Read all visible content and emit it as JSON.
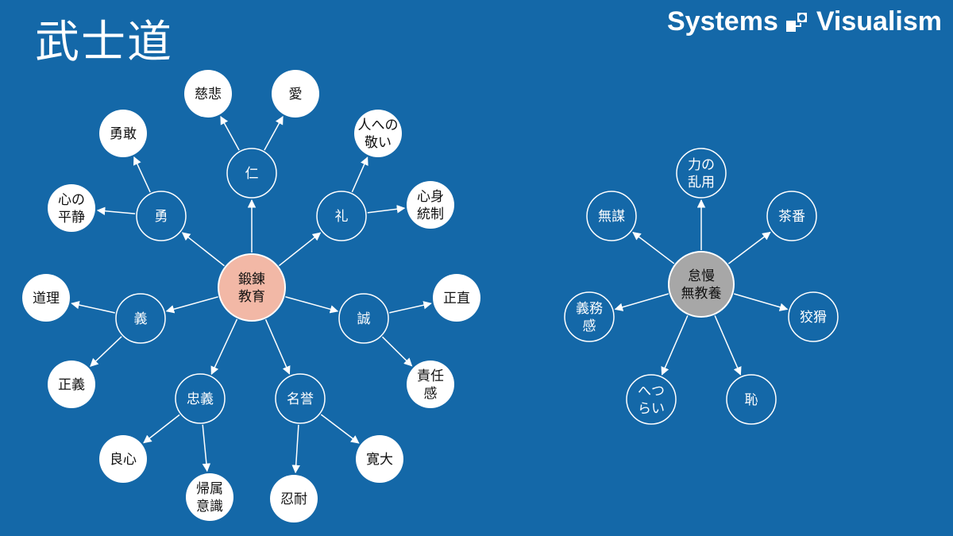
{
  "title": "武士道",
  "brand": {
    "left": "Systems",
    "right": "Visualism",
    "logo_icon": "systems-visualism-logo-icon"
  },
  "colors": {
    "background": "#1468a8",
    "white": "#ffffff",
    "center_left": "#f2b8a6",
    "center_right": "#a7a7a7",
    "outline": "#ffffff"
  },
  "diagrams": [
    {
      "id": "bushido",
      "center": {
        "label": [
          "鍛錬",
          "教育"
        ],
        "style": "center-pink"
      },
      "nodes": [
        {
          "id": "jin",
          "label": [
            "仁"
          ],
          "style": "outline"
        },
        {
          "id": "jihi",
          "label": [
            "慈悲"
          ],
          "style": "filled"
        },
        {
          "id": "ai",
          "label": [
            "愛"
          ],
          "style": "filled"
        },
        {
          "id": "yuu",
          "label": [
            "勇"
          ],
          "style": "outline"
        },
        {
          "id": "yuukan",
          "label": [
            "勇敢"
          ],
          "style": "filled"
        },
        {
          "id": "heisei",
          "label": [
            "心の",
            "平静"
          ],
          "style": "filled"
        },
        {
          "id": "rei",
          "label": [
            "礼"
          ],
          "style": "outline"
        },
        {
          "id": "keii",
          "label": [
            "人への",
            "敬い"
          ],
          "style": "filled"
        },
        {
          "id": "shinshin",
          "label": [
            "心身",
            "統制"
          ],
          "style": "filled"
        },
        {
          "id": "gi",
          "label": [
            "義"
          ],
          "style": "outline"
        },
        {
          "id": "douri",
          "label": [
            "道理"
          ],
          "style": "filled"
        },
        {
          "id": "seigi",
          "label": [
            "正義"
          ],
          "style": "filled"
        },
        {
          "id": "makoto",
          "label": [
            "誠"
          ],
          "style": "outline"
        },
        {
          "id": "shoujiki",
          "label": [
            "正直"
          ],
          "style": "filled"
        },
        {
          "id": "sekinin",
          "label": [
            "責任",
            "感"
          ],
          "style": "filled"
        },
        {
          "id": "chuugi",
          "label": [
            "忠義"
          ],
          "style": "outline"
        },
        {
          "id": "ryoushin",
          "label": [
            "良心"
          ],
          "style": "filled"
        },
        {
          "id": "kizoku",
          "label": [
            "帰属",
            "意識"
          ],
          "style": "filled"
        },
        {
          "id": "meiyo",
          "label": [
            "名誉"
          ],
          "style": "outline"
        },
        {
          "id": "nintai",
          "label": [
            "忍耐"
          ],
          "style": "filled"
        },
        {
          "id": "kandai",
          "label": [
            "寛大"
          ],
          "style": "filled"
        }
      ],
      "edges": [
        [
          "center",
          "jin"
        ],
        [
          "jin",
          "jihi"
        ],
        [
          "jin",
          "ai"
        ],
        [
          "center",
          "yuu"
        ],
        [
          "yuu",
          "yuukan"
        ],
        [
          "yuu",
          "heisei"
        ],
        [
          "center",
          "rei"
        ],
        [
          "rei",
          "keii"
        ],
        [
          "rei",
          "shinshin"
        ],
        [
          "center",
          "gi"
        ],
        [
          "gi",
          "douri"
        ],
        [
          "gi",
          "seigi"
        ],
        [
          "center",
          "makoto"
        ],
        [
          "makoto",
          "shoujiki"
        ],
        [
          "makoto",
          "sekinin"
        ],
        [
          "center",
          "chuugi"
        ],
        [
          "chuugi",
          "ryoushin"
        ],
        [
          "chuugi",
          "kizoku"
        ],
        [
          "center",
          "meiyo"
        ],
        [
          "meiyo",
          "nintai"
        ],
        [
          "meiyo",
          "kandai"
        ]
      ]
    },
    {
      "id": "negative",
      "center": {
        "label": [
          "怠慢",
          "無教養"
        ],
        "style": "center-gray"
      },
      "nodes": [
        {
          "id": "chikara",
          "label": [
            "力の",
            "乱用"
          ],
          "style": "outline"
        },
        {
          "id": "mubou",
          "label": [
            "無謀"
          ],
          "style": "outline"
        },
        {
          "id": "chaban",
          "label": [
            "茶番"
          ],
          "style": "outline"
        },
        {
          "id": "gimu",
          "label": [
            "義務",
            "感"
          ],
          "style": "outline"
        },
        {
          "id": "koukatsu",
          "label": [
            "狡猾"
          ],
          "style": "outline"
        },
        {
          "id": "hetsurai",
          "label": [
            "へつ",
            "らい"
          ],
          "style": "outline"
        },
        {
          "id": "haji",
          "label": [
            "恥"
          ],
          "style": "outline"
        }
      ],
      "edges": [
        [
          "center",
          "chikara"
        ],
        [
          "center",
          "mubou"
        ],
        [
          "center",
          "chaban"
        ],
        [
          "center",
          "gimu"
        ],
        [
          "center",
          "koukatsu"
        ],
        [
          "center",
          "hetsurai"
        ],
        [
          "center",
          "haji"
        ]
      ]
    }
  ]
}
